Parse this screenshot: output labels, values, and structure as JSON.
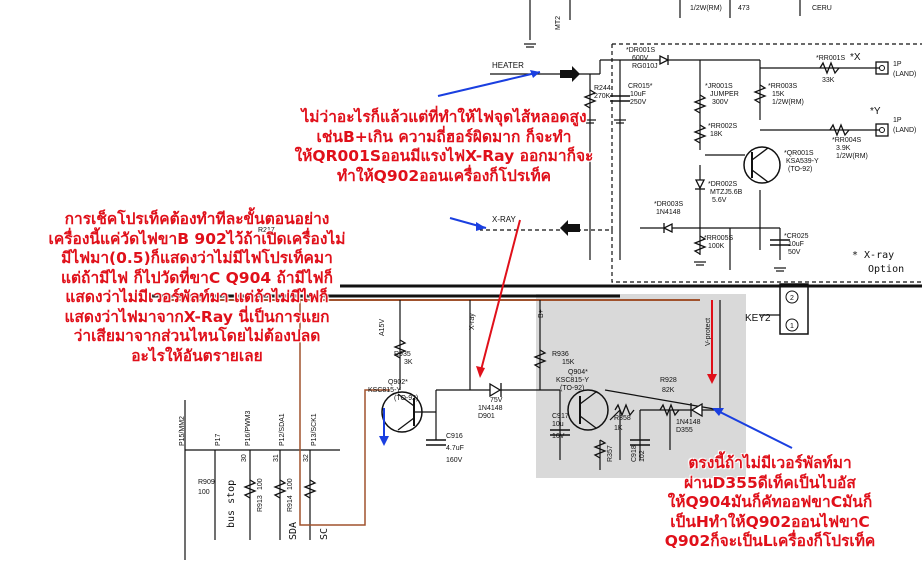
{
  "schematic": {
    "labels": {
      "mt2": "MT2",
      "top_val1": "1/2W(RM)",
      "top_val2": "473",
      "top_val3": "CERU",
      "heater": "HEATER",
      "xray_net": "X-RAY",
      "xray_vert": "X-ray",
      "b_plus": "B+",
      "v_protect": "V-protect",
      "a15v": "A15V",
      "key2": "KEY2",
      "key2_pin2": "2",
      "key2_pin1": "1",
      "plus1": "*X",
      "plus1_sub": "1P",
      "plus1_land": "(LAND)",
      "plus2": "*Y",
      "plus2_sub": "1P",
      "plus2_land": "(LAND)",
      "option_line1": "* X-ray",
      "option_line2": "Option",
      "bus_stop": "bus stop",
      "sda": "SDA",
      "scl": "SC",
      "r244": "R244",
      "r244_val": "270K",
      "cr015": "CR015*",
      "cr015_val": "10uF",
      "cr015_v": "250V",
      "dr001": "*DR001S",
      "dr001_val": "600V",
      "dr001_val2": "RG010J",
      "jr001": "*JR001S",
      "jr001_val": "JUMPER",
      "jr001_v": "300V",
      "rr003": "*RR003S",
      "rr003_val": "15K",
      "rr003_w": "1/2W(RM)",
      "rr001": "*RR001S",
      "rr001_val": "33K",
      "rr002": "*RR002S",
      "rr002_val": "18K",
      "qr001": "*QR001S",
      "qr001_type": "KSA539-Y",
      "qr001_pkg": "(TO-92)",
      "rr004": "*RR004S",
      "rr004_val": "3.9K",
      "rr004_w": "1/2W(RM)",
      "dr002": "*DR002S",
      "dr002_type": "MTZJ5.6B",
      "dr002_v": "5.6V",
      "dr003": "*DR003S",
      "dr003_type": "1N4148",
      "rr005": "*RR005S",
      "rr005_val": "100K",
      "cr025": "*CR025",
      "cr025_val": "10uF",
      "cr025_v": "50V",
      "r217": "R217",
      "r935": "R935",
      "r935_val": "3K",
      "q902": "Q902*",
      "q902_type": "KSC815-Y",
      "q902_pkg": "(TO-92)",
      "c916": "C916",
      "c916_val": "4.7uF",
      "c916_v": "160V",
      "d901": "D901",
      "d901_type": "1N4148",
      "d901_v": "75V",
      "r936": "R936",
      "r936_val": "15K",
      "q904": "Q904*",
      "q904_type": "KSC815-Y",
      "q904_pkg": "(TO-92)",
      "c917": "C917",
      "c917_val": "10u",
      "c917_v": "16V",
      "r358": "R358",
      "r357": "R357",
      "r357_val": "1K",
      "c918": "C918",
      "c918_val": "102",
      "r928": "R928",
      "r928_val": "82K",
      "d355": "D355",
      "d355_type": "1N4148",
      "p15": "P15/MM2",
      "p17": "P17",
      "p16": "P16/PWM3",
      "p12": "P12/SDA1",
      "p13": "P13/SCK1",
      "pin30": "30",
      "pin31": "31",
      "pin32": "32",
      "r909": "R909",
      "r909_val": "100",
      "r913": "R913",
      "r913_val": "100",
      "r914": "R914",
      "r914_val": "100"
    }
  },
  "annotations": {
    "note_top": [
      "ไม่ว่าอะไรก็แล้วแต่ที่ทำให้ไฟจุดไส้หลอดสูง",
      "เช่นB+เกิน ความถี่ฮอร์ผิดมาก ก็จะทำ",
      "ให้QR001SออนมีแรงไฟX-Ray ออกมาก็จะ",
      "ทำให้Q902ออนเครื่องก็โปรเท็ค"
    ],
    "note_left": [
      "การเช็คโปรเท็คต้องทำทีละขั้นตอนอย่าง",
      "เครื่องนี้แค่วัดไฟขาB 902ไว้ถ้าเปิดเครื่องไม่",
      "มีไฟมา(0.5)ก็แสดงว่าไม่มีไฟโปรเท็คมา",
      "แต่ถ้ามีไฟ ก็ไปวัดที่ขาC Q904 ถ้ามีไฟก็",
      "แสดงว่าไม่มีเวอร์พัลท์มา แต่ถ้าไม่มีไฟก็",
      "แสดงว่าไฟมาจากX-Ray นี่เป็นการแยก",
      "ว่าเสียมาจากส่วนไหนโดยไม่ต้องปลด",
      "อะไรให้อันตรายเลย"
    ],
    "note_bottom": [
      "ตรงนี้ถ้าไม่มีเวอร์พัลท์มา",
      "ผ่านD355ดีเท็คเป็นไบอัส",
      "ให้Q904มันก็คัทออฟขาCมันก็",
      "เป็นHทำให้Q902ออนไฟขาC",
      "Q902ก็จะเป็นLเครื่องก็โปรเท็ค"
    ]
  },
  "colors": {
    "annotation_text": "#e0101a",
    "arrow_red": "#e0101a",
    "arrow_blue": "#1a3fe0",
    "shade_panel": "#d9d9d9",
    "bus_brown": "#a0522d",
    "wire": "#111111"
  }
}
